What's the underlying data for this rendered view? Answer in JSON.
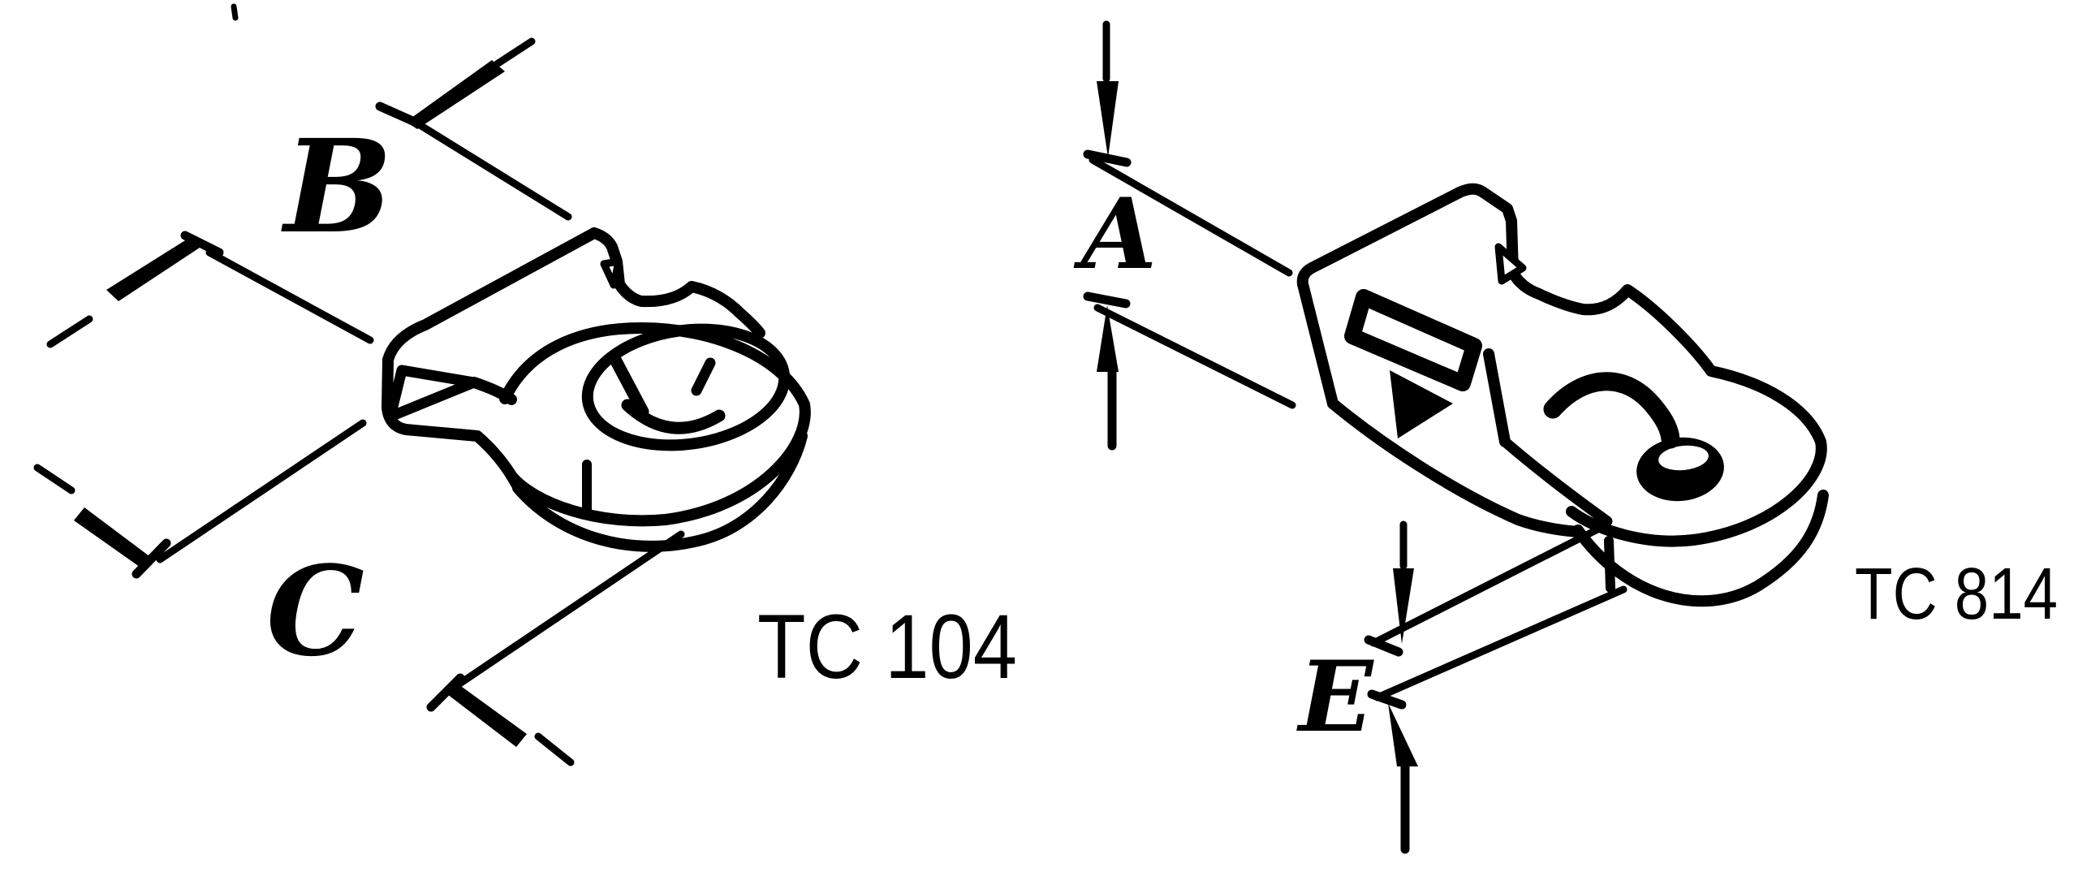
{
  "drawing": {
    "background_color": "#ffffff",
    "ink_color": "#000000",
    "left_figure": {
      "part_number": "TC 104",
      "dimension_labels": {
        "width": "B",
        "length": "C"
      }
    },
    "right_figure": {
      "part_number": "TC 814",
      "dimension_labels": {
        "height": "A",
        "base_thickness": "E"
      }
    }
  }
}
